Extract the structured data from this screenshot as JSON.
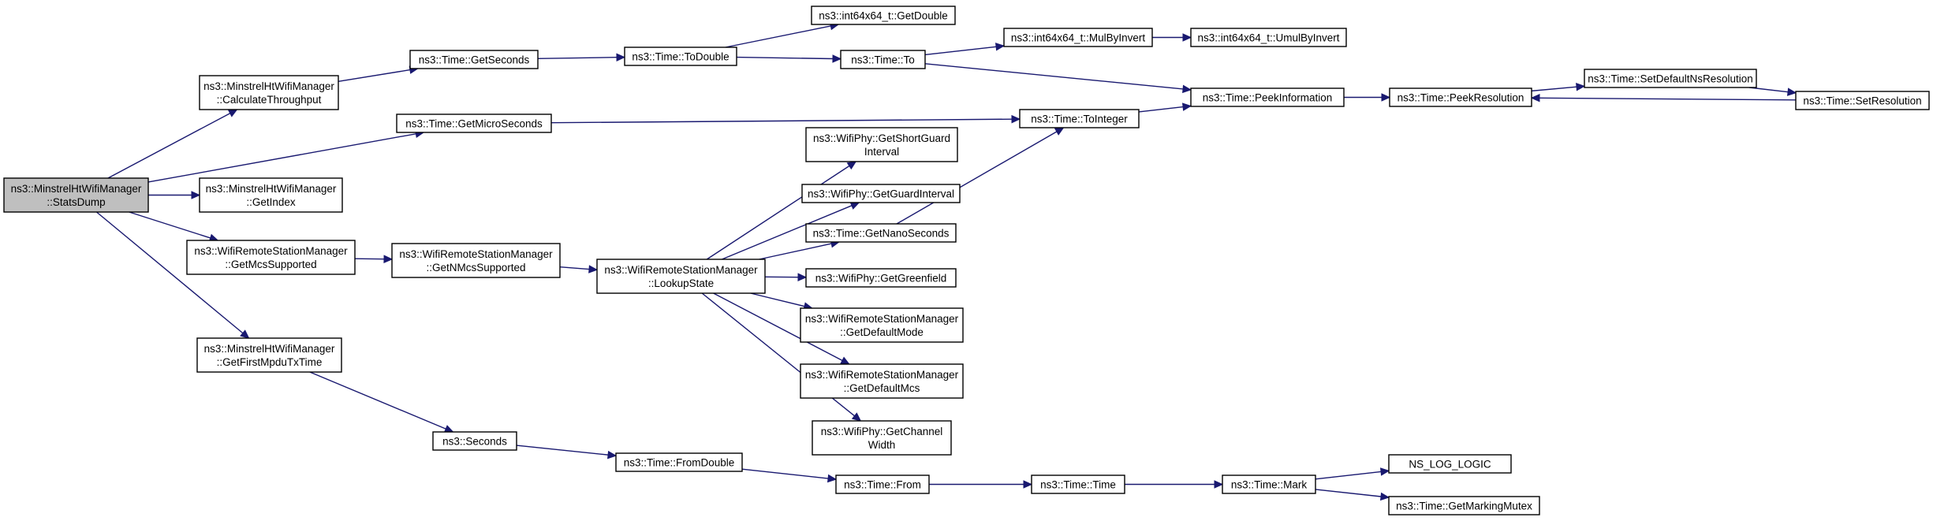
{
  "graph": {
    "type": "call-graph",
    "colors": {
      "edge": "#191970",
      "root_fill": "#bfbfbf",
      "node_fill": "#ffffff",
      "border": "#000000"
    },
    "nodes": [
      {
        "id": "n0",
        "lines": [
          "ns3::MinstrelHtWifiManager",
          "::StatsDump"
        ],
        "root": true
      },
      {
        "id": "n1",
        "lines": [
          "ns3::MinstrelHtWifiManager",
          "::CalculateThroughput"
        ]
      },
      {
        "id": "n2",
        "lines": [
          "ns3::Time::GetSeconds"
        ]
      },
      {
        "id": "n3",
        "lines": [
          "ns3::Time::ToDouble"
        ]
      },
      {
        "id": "n4",
        "lines": [
          "ns3::int64x64_t::GetDouble"
        ]
      },
      {
        "id": "n5",
        "lines": [
          "ns3::Time::To"
        ]
      },
      {
        "id": "n6",
        "lines": [
          "ns3::int64x64_t::MulByInvert"
        ]
      },
      {
        "id": "n7",
        "lines": [
          "ns3::int64x64_t::UmulByInvert"
        ]
      },
      {
        "id": "n8",
        "lines": [
          "ns3::Time::PeekInformation"
        ]
      },
      {
        "id": "n9",
        "lines": [
          "ns3::Time::PeekResolution"
        ]
      },
      {
        "id": "n10",
        "lines": [
          "ns3::Time::SetDefaultNsResolution"
        ]
      },
      {
        "id": "n11",
        "lines": [
          "ns3::Time::SetResolution"
        ]
      },
      {
        "id": "n12",
        "lines": [
          "ns3::Time::GetMicroSeconds"
        ]
      },
      {
        "id": "n13",
        "lines": [
          "ns3::Time::ToInteger"
        ]
      },
      {
        "id": "n14",
        "lines": [
          "ns3::MinstrelHtWifiManager",
          "::GetIndex"
        ]
      },
      {
        "id": "n15",
        "lines": [
          "ns3::WifiRemoteStationManager",
          "::GetMcsSupported"
        ]
      },
      {
        "id": "n16",
        "lines": [
          "ns3::WifiRemoteStationManager",
          "::GetNMcsSupported"
        ]
      },
      {
        "id": "n17",
        "lines": [
          "ns3::WifiRemoteStationManager",
          "::LookupState"
        ]
      },
      {
        "id": "n18",
        "lines": [
          "ns3::WifiPhy::GetShortGuard",
          "Interval"
        ]
      },
      {
        "id": "n19",
        "lines": [
          "ns3::WifiPhy::GetGuardInterval"
        ]
      },
      {
        "id": "n20",
        "lines": [
          "ns3::Time::GetNanoSeconds"
        ]
      },
      {
        "id": "n21",
        "lines": [
          "ns3::WifiPhy::GetGreenfield"
        ]
      },
      {
        "id": "n22",
        "lines": [
          "ns3::WifiRemoteStationManager",
          "::GetDefaultMode"
        ]
      },
      {
        "id": "n23",
        "lines": [
          "ns3::WifiRemoteStationManager",
          "::GetDefaultMcs"
        ]
      },
      {
        "id": "n24",
        "lines": [
          "ns3::WifiPhy::GetChannel",
          "Width"
        ]
      },
      {
        "id": "n25",
        "lines": [
          "ns3::MinstrelHtWifiManager",
          "::GetFirstMpduTxTime"
        ]
      },
      {
        "id": "n26",
        "lines": [
          "ns3::Seconds"
        ]
      },
      {
        "id": "n27",
        "lines": [
          "ns3::Time::FromDouble"
        ]
      },
      {
        "id": "n28",
        "lines": [
          "ns3::Time::From"
        ]
      },
      {
        "id": "n29",
        "lines": [
          "ns3::Time::Time"
        ]
      },
      {
        "id": "n30",
        "lines": [
          "ns3::Time::Mark"
        ]
      },
      {
        "id": "n31",
        "lines": [
          "NS_LOG_LOGIC"
        ]
      },
      {
        "id": "n32",
        "lines": [
          "ns3::Time::GetMarkingMutex"
        ]
      }
    ],
    "edges": [
      [
        "n0",
        "n1"
      ],
      [
        "n0",
        "n12"
      ],
      [
        "n0",
        "n14"
      ],
      [
        "n0",
        "n15"
      ],
      [
        "n0",
        "n25"
      ],
      [
        "n1",
        "n2"
      ],
      [
        "n2",
        "n3"
      ],
      [
        "n3",
        "n4"
      ],
      [
        "n3",
        "n5"
      ],
      [
        "n5",
        "n6"
      ],
      [
        "n6",
        "n7"
      ],
      [
        "n5",
        "n8"
      ],
      [
        "n8",
        "n9"
      ],
      [
        "n9",
        "n10"
      ],
      [
        "n10",
        "n11"
      ],
      [
        "n11",
        "n9"
      ],
      [
        "n12",
        "n13"
      ],
      [
        "n13",
        "n8"
      ],
      [
        "n15",
        "n16"
      ],
      [
        "n16",
        "n17"
      ],
      [
        "n17",
        "n18"
      ],
      [
        "n17",
        "n19"
      ],
      [
        "n17",
        "n20"
      ],
      [
        "n17",
        "n21"
      ],
      [
        "n17",
        "n22"
      ],
      [
        "n17",
        "n23"
      ],
      [
        "n17",
        "n24"
      ],
      [
        "n20",
        "n13"
      ],
      [
        "n25",
        "n26"
      ],
      [
        "n26",
        "n27"
      ],
      [
        "n27",
        "n28"
      ],
      [
        "n28",
        "n29"
      ],
      [
        "n29",
        "n30"
      ],
      [
        "n30",
        "n31"
      ],
      [
        "n30",
        "n32"
      ]
    ]
  }
}
